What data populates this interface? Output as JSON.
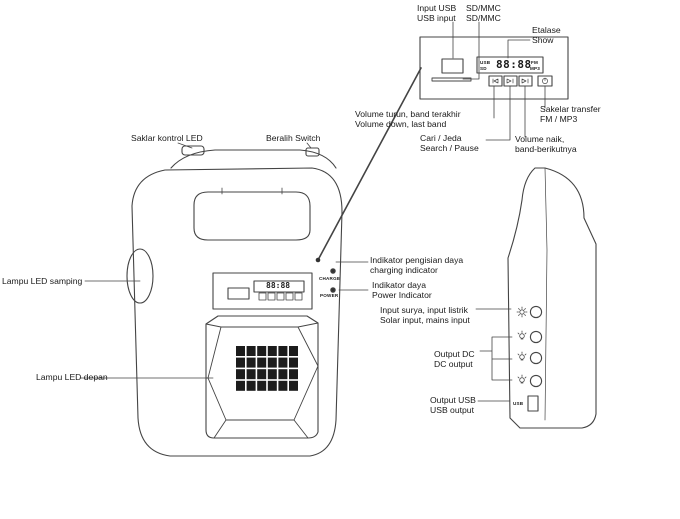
{
  "top_panel": {
    "input_usb_1": "Input USB",
    "sd_mmc_1": "SD/MMC",
    "input_usb_2": "USB input",
    "sd_mmc_2": "SD/MMC",
    "etalase_1": "Etalase",
    "etalase_2": "Show",
    "volume_down_1": "Volume turun, band terakhir",
    "volume_down_2": "Volume down, last band",
    "cari_1": "Cari / Jeda",
    "cari_2": "Search / Pause",
    "volume_up_1": "Volume naik,",
    "volume_up_2": "band-berikutnya",
    "switch_1": "Sakelar  transfer",
    "switch_2": "FM / MP3",
    "display_digits": "88:88",
    "display_usb": "USB",
    "display_sd": "SD",
    "display_fm": "FM",
    "display_mp3": "MP3"
  },
  "front": {
    "led_switch": "Saklar kontrol LED",
    "beralih": "Beralih Switch",
    "charging_1": "Indikator pengisian daya",
    "charging_2": "charging indicator",
    "power_1": "Indikator daya",
    "power_2": "Power Indicator",
    "side_led": "Lampu LED samping",
    "front_led": "Lampu LED depan",
    "charge_tag": "CHARGE",
    "power_tag": "POWER",
    "display_digits": "88:88"
  },
  "side": {
    "solar_1": "Input surya, input listrik",
    "solar_2": "Solar input, mains input",
    "dc_1": "Output DC",
    "dc_2": "DC output",
    "usb_1": "Output USB",
    "usb_2": "USB output",
    "usb_tag": "USB"
  }
}
